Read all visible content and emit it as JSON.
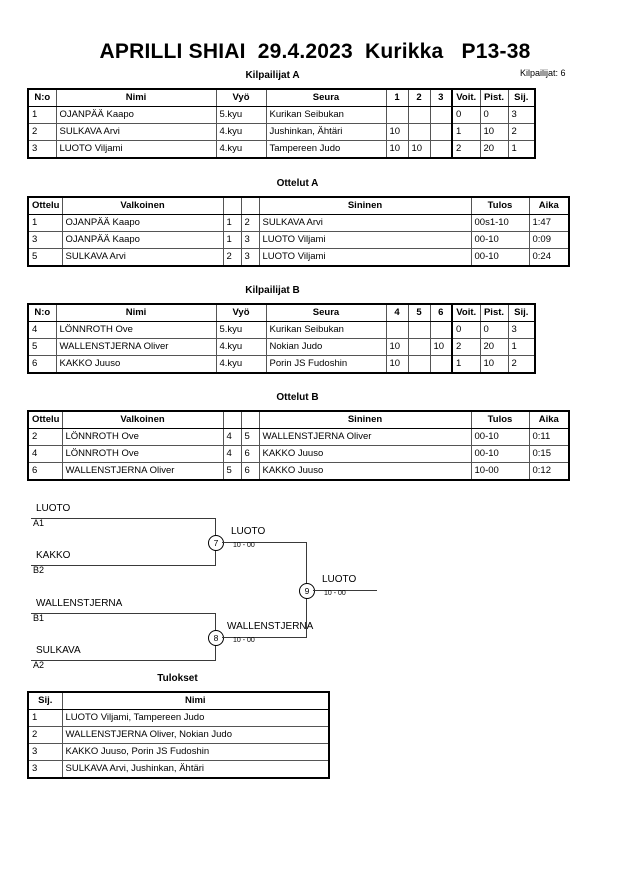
{
  "header": {
    "title": "APRILLI SHIAI  29.4.2023  Kurikka   P13-38",
    "entrant_count": "Kilpailijat: 6"
  },
  "pool_a": {
    "caption": "Kilpailijat A",
    "columns": [
      "N:o",
      "Nimi",
      "Vyö",
      "Seura",
      "1",
      "2",
      "3",
      "Voit.",
      "Pist.",
      "Sij."
    ],
    "rows": [
      {
        "no": "1",
        "name": "OJANPÄÄ Kaapo",
        "belt": "5.kyu",
        "club": "Kurikan Seibukan",
        "m1": "",
        "m2": "",
        "m3": "",
        "wins": "0",
        "points": "0",
        "rank": "3"
      },
      {
        "no": "2",
        "name": "SULKAVA Arvi",
        "belt": "4.kyu",
        "club": "Jushinkan, Ähtäri",
        "m1": "10",
        "m2": "",
        "m3": "",
        "wins": "1",
        "points": "10",
        "rank": "2"
      },
      {
        "no": "3",
        "name": "LUOTO Viljami",
        "belt": "4.kyu",
        "club": "Tampereen Judo",
        "m1": "10",
        "m2": "10",
        "m3": "",
        "wins": "2",
        "points": "20",
        "rank": "1"
      }
    ]
  },
  "matches_a": {
    "caption": "Ottelut A",
    "columns": [
      "Ottelu",
      "Valkoinen",
      "",
      "",
      "Sininen",
      "Tulos",
      "Aika"
    ],
    "rows": [
      {
        "match": "1",
        "white": "OJANPÄÄ Kaapo",
        "wno": "1",
        "bno": "2",
        "blue": "SULKAVA Arvi",
        "result": "00s1-10",
        "time": "1:47"
      },
      {
        "match": "3",
        "white": "OJANPÄÄ Kaapo",
        "wno": "1",
        "bno": "3",
        "blue": "LUOTO Viljami",
        "result": "00-10",
        "time": "0:09"
      },
      {
        "match": "5",
        "white": "SULKAVA Arvi",
        "wno": "2",
        "bno": "3",
        "blue": "LUOTO Viljami",
        "result": "00-10",
        "time": "0:24"
      }
    ]
  },
  "pool_b": {
    "caption": "Kilpailijat B",
    "columns": [
      "N:o",
      "Nimi",
      "Vyö",
      "Seura",
      "4",
      "5",
      "6",
      "Voit.",
      "Pist.",
      "Sij."
    ],
    "rows": [
      {
        "no": "4",
        "name": "LÖNNROTH Ove",
        "belt": "5.kyu",
        "club": "Kurikan Seibukan",
        "m1": "",
        "m2": "",
        "m3": "",
        "wins": "0",
        "points": "0",
        "rank": "3"
      },
      {
        "no": "5",
        "name": "WALLENSTJERNA Oliver",
        "belt": "4.kyu",
        "club": "Nokian Judo",
        "m1": "10",
        "m2": "",
        "m3": "10",
        "wins": "2",
        "points": "20",
        "rank": "1"
      },
      {
        "no": "6",
        "name": "KAKKO Juuso",
        "belt": "4.kyu",
        "club": "Porin JS Fudoshin",
        "m1": "10",
        "m2": "",
        "m3": "",
        "wins": "1",
        "points": "10",
        "rank": "2"
      }
    ]
  },
  "matches_b": {
    "caption": "Ottelut B",
    "columns": [
      "Ottelu",
      "Valkoinen",
      "",
      "",
      "Sininen",
      "Tulos",
      "Aika"
    ],
    "rows": [
      {
        "match": "2",
        "white": "LÖNNROTH Ove",
        "wno": "4",
        "bno": "5",
        "blue": "WALLENSTJERNA Oliver",
        "result": "00-10",
        "time": "0:11"
      },
      {
        "match": "4",
        "white": "LÖNNROTH Ove",
        "wno": "4",
        "bno": "6",
        "blue": "KAKKO Juuso",
        "result": "00-10",
        "time": "0:15"
      },
      {
        "match": "6",
        "white": "WALLENSTJERNA Oliver",
        "wno": "5",
        "bno": "6",
        "blue": "KAKKO Juuso",
        "result": "10-00",
        "time": "0:12"
      }
    ]
  },
  "bracket": {
    "entries": [
      {
        "name": "LUOTO",
        "seed": "A1"
      },
      {
        "name": "KAKKO",
        "seed": "B2"
      },
      {
        "name": "WALLENSTJERNA",
        "seed": "B1"
      },
      {
        "name": "SULKAVA",
        "seed": "A2"
      }
    ],
    "semifinal_1": {
      "number": "7",
      "winner": "LUOTO",
      "score": "10 - 00"
    },
    "semifinal_2": {
      "number": "8",
      "winner": "WALLENSTJERNA",
      "score": "10 - 00"
    },
    "final": {
      "number": "9",
      "winner": "LUOTO",
      "score": "10 - 00"
    }
  },
  "results": {
    "caption": "Tulokset",
    "columns": [
      "Sij.",
      "Nimi"
    ],
    "rows": [
      {
        "rank": "1",
        "name": "LUOTO Viljami, Tampereen Judo"
      },
      {
        "rank": "2",
        "name": "WALLENSTJERNA Oliver, Nokian Judo"
      },
      {
        "rank": "3",
        "name": "KAKKO Juuso, Porin JS Fudoshin"
      },
      {
        "rank": "3",
        "name": "SULKAVA Arvi, Jushinkan, Ähtäri"
      }
    ]
  }
}
